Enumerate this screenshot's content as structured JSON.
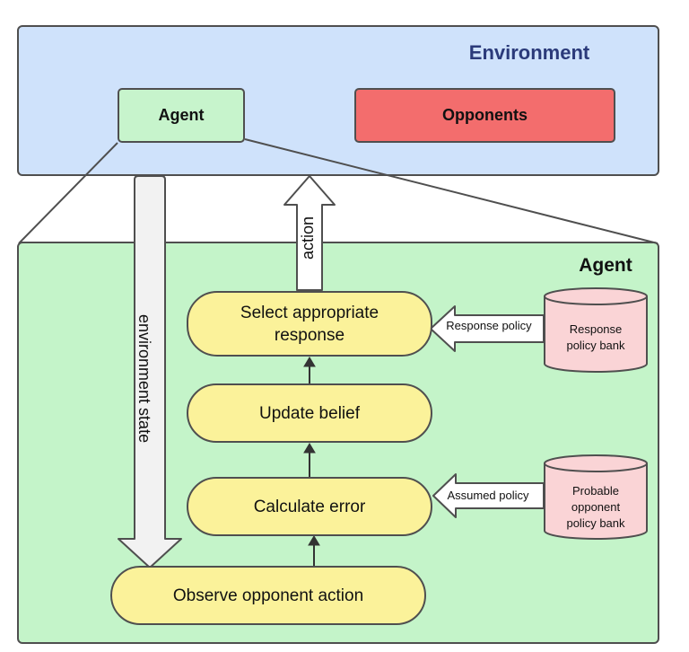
{
  "environment": {
    "title": "Environment"
  },
  "top_nodes": {
    "agent": "Agent",
    "opponents": "Opponents"
  },
  "agent_panel": {
    "title": "Agent"
  },
  "steps": {
    "select": "Select appropriate response",
    "update": "Update belief",
    "calculate": "Calculate error",
    "observe": "Observe opponent action"
  },
  "arrows": {
    "environment_state": "environment state",
    "action": "action",
    "response_policy": "Response policy",
    "assumed_policy": "Assumed policy"
  },
  "databases": {
    "response_bank": "Response policy bank",
    "opponent_bank": "Probable opponent policy bank"
  },
  "colors": {
    "environment_bg": "#cfe2fb",
    "environment_title": "#2b3a7a",
    "agent_bg": "#c4f4c9",
    "opponents_bg": "#f36d6d",
    "step_bg": "#fbf29a",
    "database_bg": "#fad4d6",
    "arrow_fill": "#f2f2f2"
  }
}
